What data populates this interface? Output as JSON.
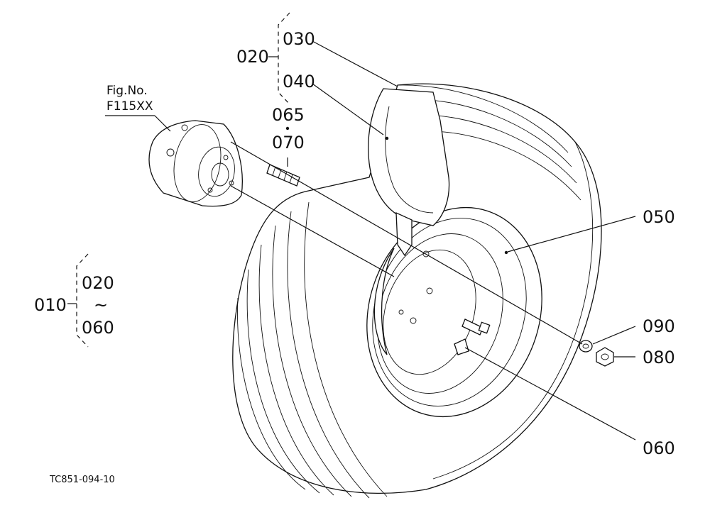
{
  "figure_ref": {
    "line1": "Fig.No.",
    "line2": "F115XX"
  },
  "drawing_code": "TC851-094-10",
  "labels": {
    "p010": "010",
    "p020_top": "020",
    "p030": "030",
    "p040": "040",
    "p065": "065",
    "p070": "070",
    "p050": "050",
    "p090": "090",
    "p080": "080",
    "p060": "060",
    "range_from": "020",
    "range_sep": "~",
    "range_to": "060"
  }
}
